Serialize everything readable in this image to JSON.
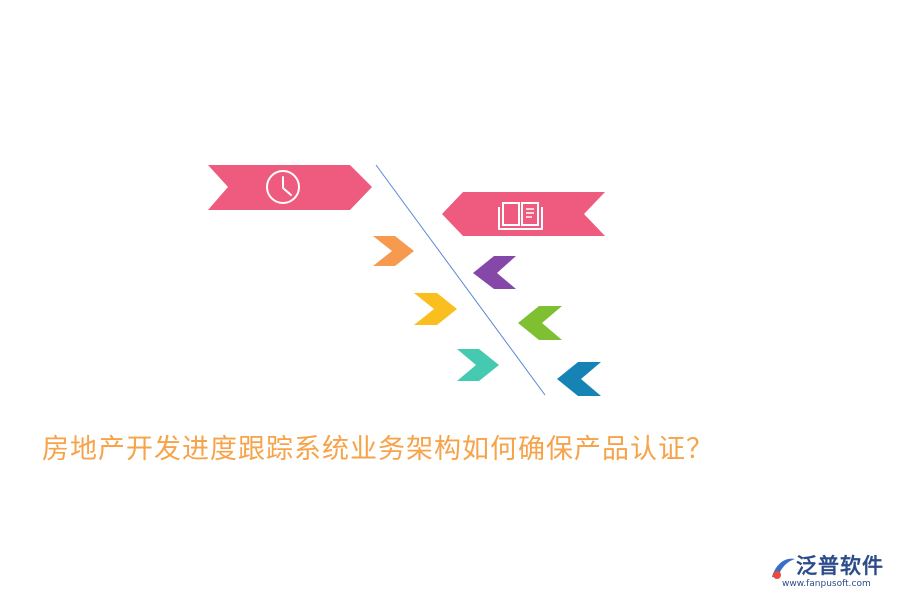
{
  "headline": {
    "text": "房地产开发进度跟踪系统业务架构如何确保产品认证？",
    "color": "#f7a34a"
  },
  "logo": {
    "name": "泛普软件",
    "url": "www.fanpusoft.com",
    "text_color": "#2c4c8a",
    "mark_color": "#3a6fc8",
    "accent_color": "#e94b3c"
  },
  "diagram": {
    "divider_color": "#5b8ad6",
    "banners": [
      {
        "direction": "right",
        "color": "#ee5b7e",
        "icon": "clock-icon"
      },
      {
        "direction": "left",
        "color": "#ee5b7e",
        "icon": "open-book-icon"
      }
    ],
    "chevrons": [
      {
        "side": "left",
        "direction": "right",
        "color": "#f59a4e"
      },
      {
        "side": "right",
        "direction": "left",
        "color": "#8547a8"
      },
      {
        "side": "left",
        "direction": "right",
        "color": "#f9bf1f"
      },
      {
        "side": "right",
        "direction": "left",
        "color": "#7fbf32"
      },
      {
        "side": "left",
        "direction": "right",
        "color": "#45c9b0"
      },
      {
        "side": "right",
        "direction": "left",
        "color": "#1683b5"
      }
    ]
  }
}
